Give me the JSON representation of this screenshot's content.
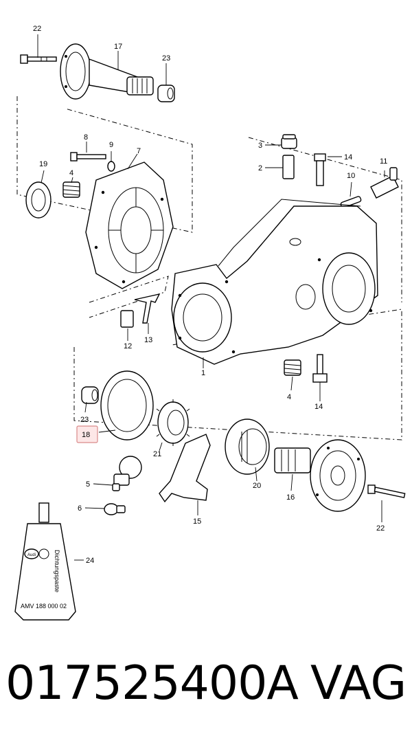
{
  "diagram": {
    "callouts": {
      "c1": "1",
      "c2": "2",
      "c3": "3",
      "c4a": "4",
      "c4b": "4",
      "c5": "5",
      "c6": "6",
      "c7": "7",
      "c8": "8",
      "c9": "9",
      "c10": "10",
      "c11": "11",
      "c12": "12",
      "c13": "13",
      "c14a": "14",
      "c14b": "14",
      "c15": "15",
      "c16": "16",
      "c17": "17",
      "c18": "18",
      "c19": "19",
      "c20": "20",
      "c21": "21",
      "c22a": "22",
      "c22b": "22",
      "c23a": "23",
      "c23b": "23",
      "c24": "24"
    },
    "highlighted_callout": "18",
    "tube_label": "Dichtungspaste",
    "tube_code": "AMV 188 000 02",
    "tube_brand": "Audi"
  },
  "footer": {
    "part_number": "017525400A",
    "brand": "VAG"
  }
}
